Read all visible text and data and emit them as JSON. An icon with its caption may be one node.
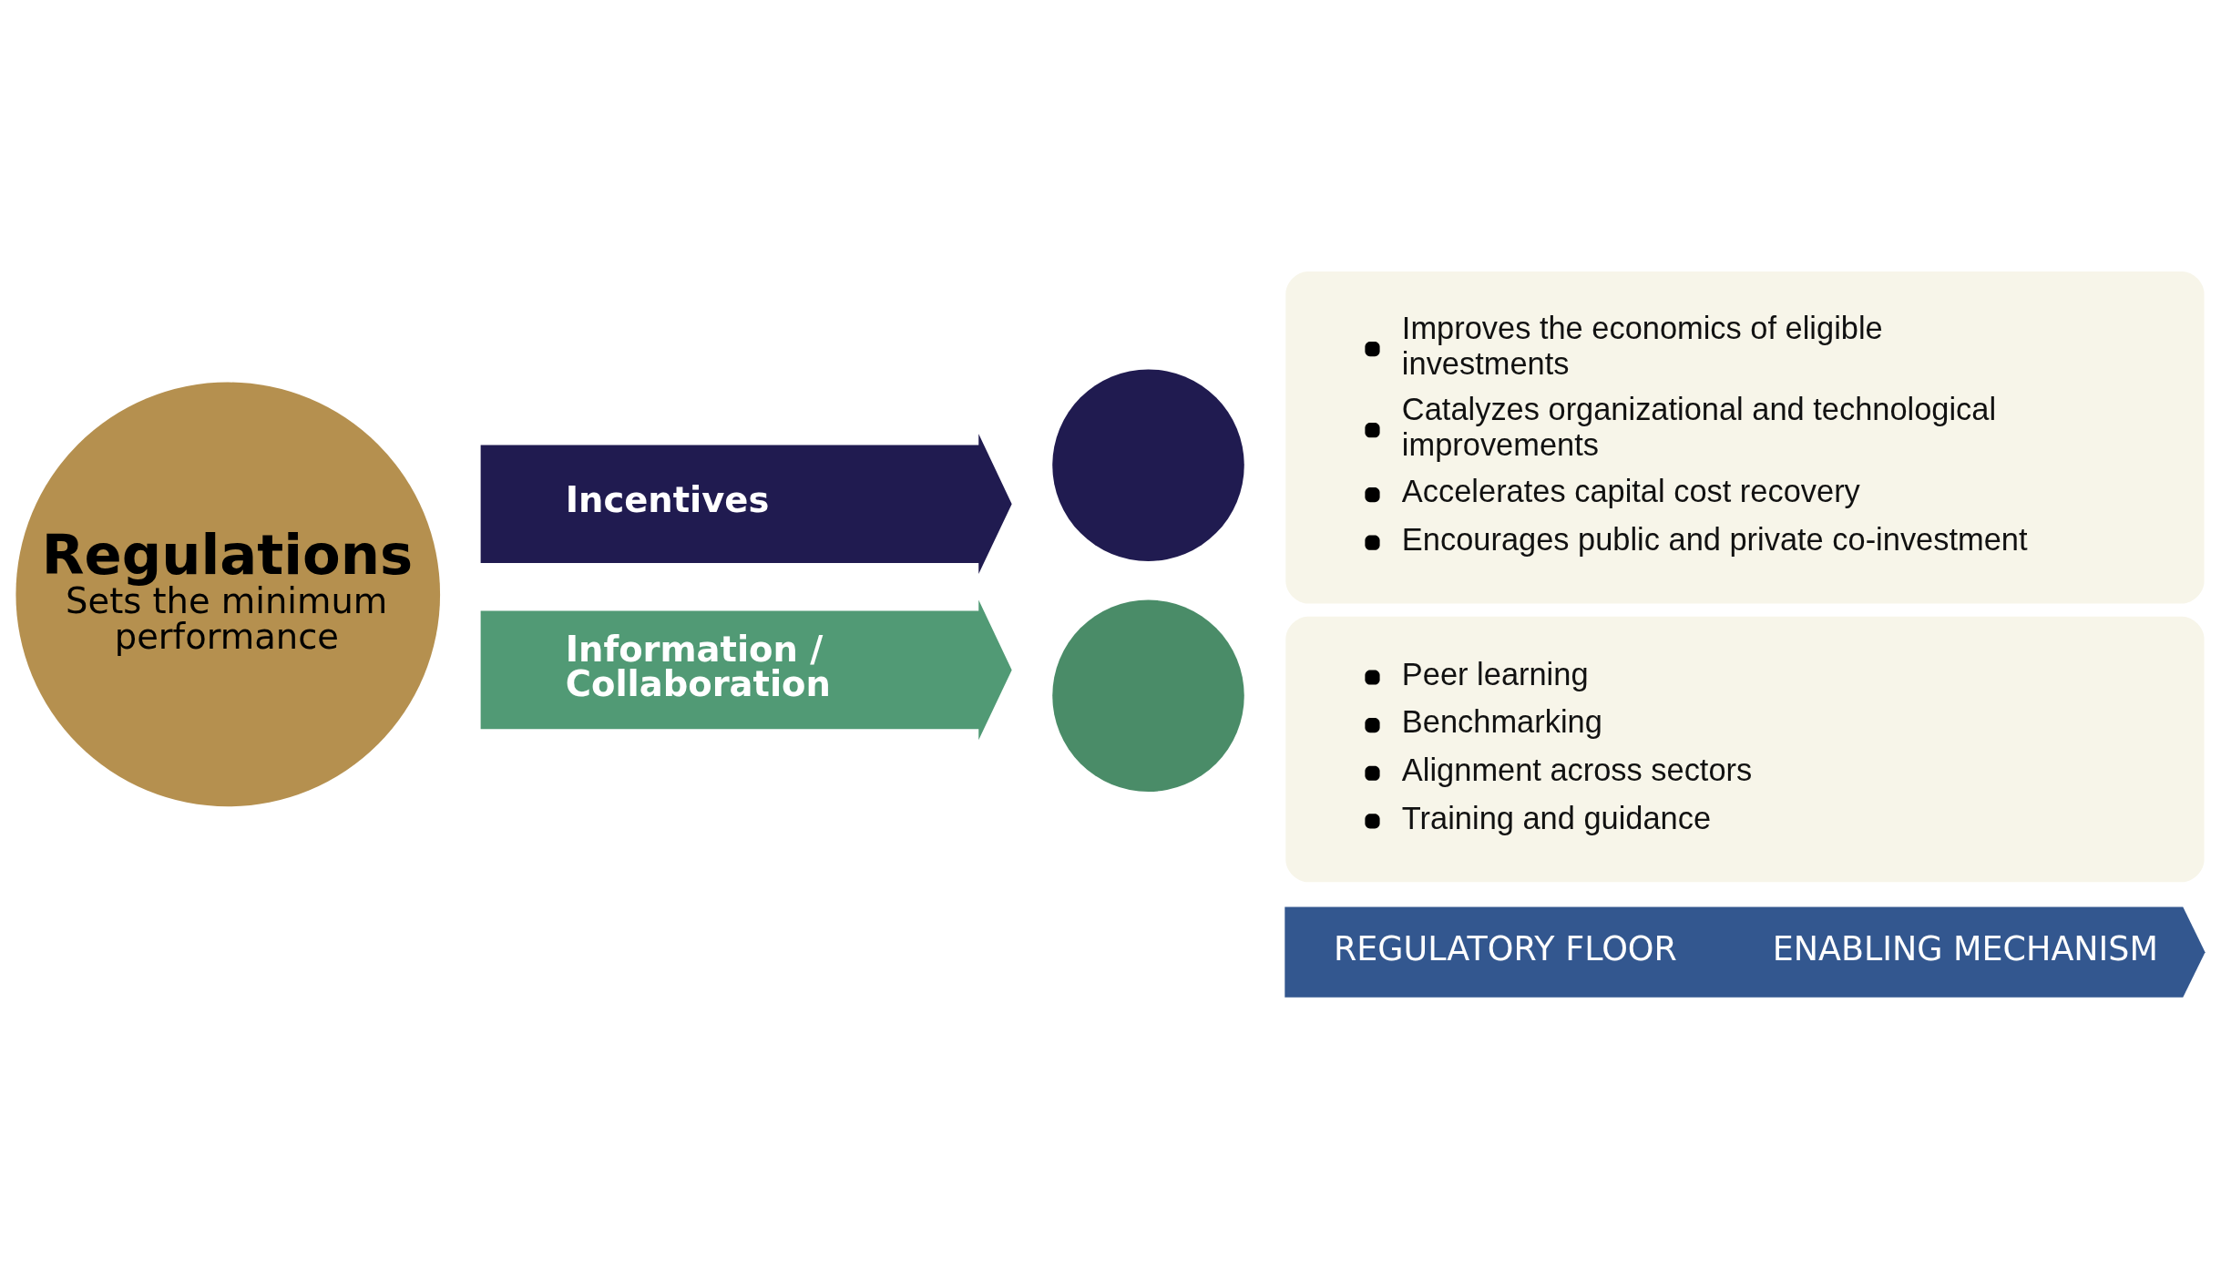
{
  "diagram": {
    "nodes": [
      {
        "text": [
          "Regulations",
          "Sets the minimum performance"
        ]
      },
      {
        "text": [
          "Incentives"
        ]
      },
      {
        "text": [
          "Information / Collaboration"
        ]
      },
      {
        "text": [],
        "shape": "circle"
      },
      {
        "text": [
          "Improves the economics of eligible investments",
          "Catalyzes organizational and technological improvements",
          "Accelerates capital cost recovery",
          "Encourages public and private co-investment"
        ]
      },
      {
        "text": [],
        "shape": "circle"
      },
      {
        "text": [
          "Peer learning",
          "Benchmarking",
          "Alignment across sectors",
          "Training and guidance"
        ]
      },
      {
        "text": [
          "REGULATORY FLOOR",
          "ENABLING MECHANISM"
        ]
      }
    ]
  }
}
